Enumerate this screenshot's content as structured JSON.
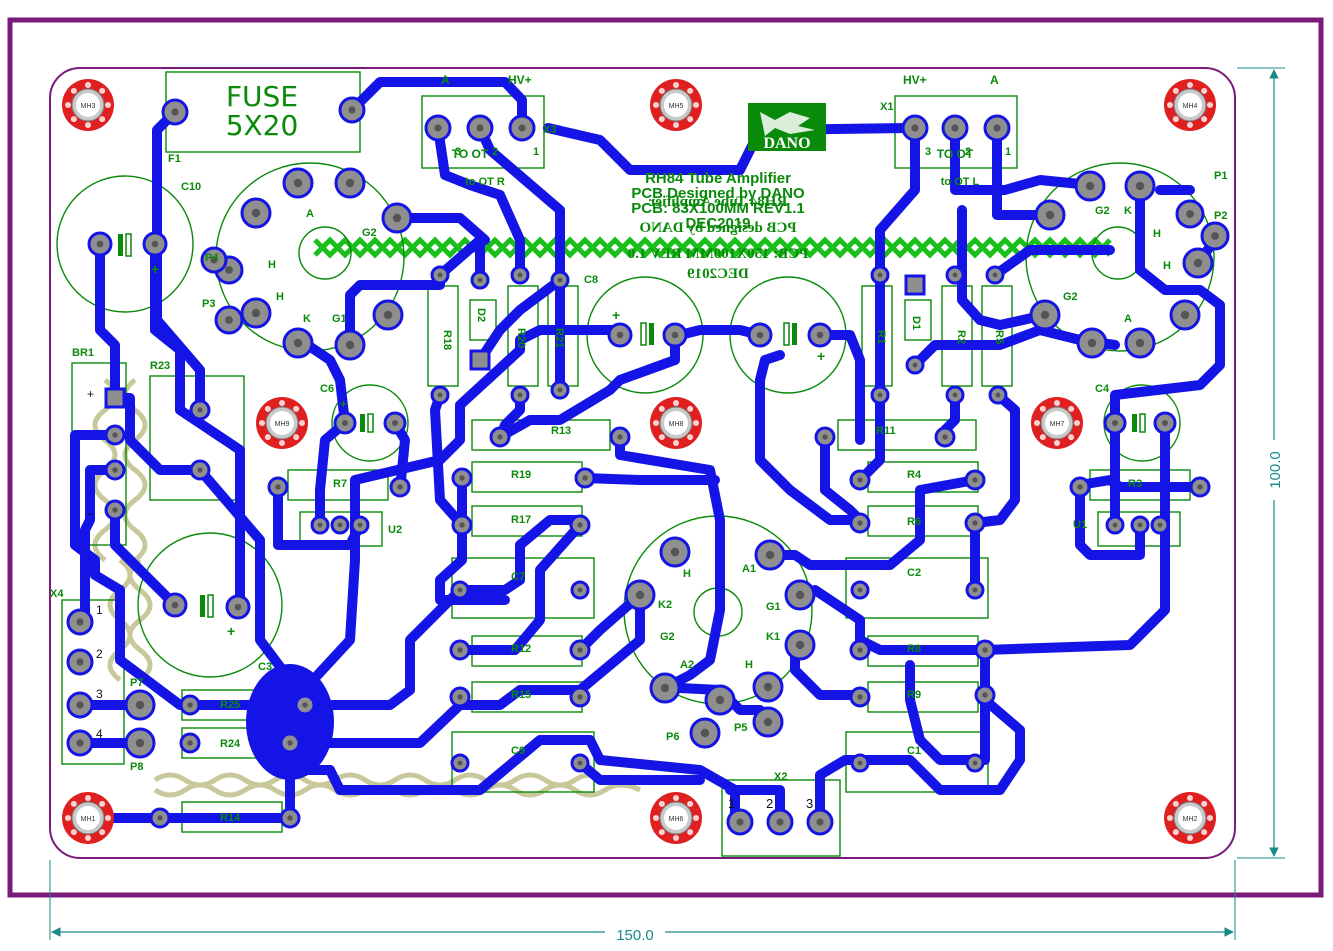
{
  "board": {
    "title_lines": [
      "RH84 Tube Amplifier",
      "PCB Designed by DANO",
      "PCB: 83X100MM REV1.1",
      "DEC2019"
    ],
    "mirrored_lines": [
      "RH84 Tube Amplifier",
      "PCB designed by DANO",
      "PCB: 150X100MM REV 1.0",
      "DEC2019"
    ],
    "logo_text": "DANO",
    "fuse_text": [
      "FUSE",
      "5X20"
    ],
    "colors": {
      "trace": "#1414e6",
      "silkscreen": "#0a8a0a",
      "frame": "#7a1a7a",
      "hatch": "#c8c89a",
      "mount_ring": "#e02020"
    },
    "connectors": {
      "x3": {
        "name": "X3",
        "labels": [
          "A",
          "HV+"
        ],
        "pins": [
          "3",
          "2",
          "1"
        ],
        "caption": "TO OT",
        "sub": "to OT R"
      },
      "x1": {
        "name": "X1",
        "labels": [
          "HV+",
          "A"
        ],
        "pins": [
          "3",
          "2",
          "1"
        ],
        "caption": "TO OT",
        "sub": "to OT L"
      },
      "x2": {
        "name": "X2",
        "pins": [
          "1",
          "2",
          "3"
        ]
      },
      "x4": {
        "name": "X4",
        "pins": [
          "1",
          "2",
          "3",
          "4"
        ]
      }
    },
    "mount_holes": [
      "MH3",
      "MH5",
      "MH4",
      "MH9",
      "MH8",
      "MH7",
      "MH1",
      "MH6",
      "MH2"
    ],
    "refs": {
      "f1": "F1",
      "c10": "C10",
      "br1": "BR1",
      "r23": "R23",
      "c6": "C6",
      "r7": "R7",
      "u2": "U2",
      "r18": "R18",
      "d2": "D2",
      "r20": "R20",
      "r21": "R21",
      "c8": "C8",
      "r13": "R13",
      "r19": "R19",
      "r17": "R17",
      "c7": "C7",
      "r12": "R12",
      "r15": "R15",
      "c9": "C9",
      "c3": "C3",
      "r25": "R25",
      "r24": "R24",
      "r14": "R14",
      "p7": "P7",
      "p8": "P8",
      "p3": "P3",
      "p4": "P4",
      "p6": "P6",
      "p5": "P5",
      "r1": "R1",
      "d1": "D1",
      "r2": "R2",
      "r5": "R5",
      "c4": "C4",
      "r11": "R11",
      "r4": "R4",
      "r3": "R3",
      "r6": "R6",
      "u1": "U1",
      "c2": "C2",
      "r8": "R8",
      "r9": "R9",
      "c1": "C1",
      "p1": "P1",
      "p2": "P2"
    },
    "tube_left_pins": [
      "A",
      "G2",
      "H",
      "H",
      "K",
      "G1"
    ],
    "tube_right_pins": [
      "G2",
      "K",
      "H",
      "H",
      "G2",
      "A"
    ],
    "tube_center_pins": [
      "A1",
      "G1",
      "K1",
      "H",
      "H",
      "A2",
      "G2",
      "K2"
    ],
    "plus": "+",
    "minus": "-"
  },
  "dimensions": {
    "width": "150.0",
    "height": "100.0"
  }
}
